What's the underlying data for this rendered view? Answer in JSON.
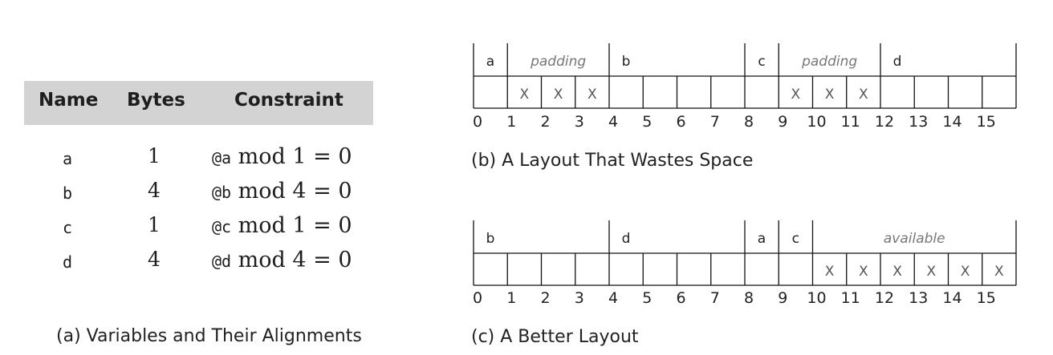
{
  "table": {
    "headers": {
      "name": "Name",
      "bytes": "Bytes",
      "constraint": "Constraint"
    },
    "rows": [
      {
        "name": "a",
        "bytes": "1",
        "var": "@a",
        "rest": " mod 1 = 0"
      },
      {
        "name": "b",
        "bytes": "4",
        "var": "@b",
        "rest": " mod 4 = 0"
      },
      {
        "name": "c",
        "bytes": "1",
        "var": "@c",
        "rest": " mod 1 = 0"
      },
      {
        "name": "d",
        "bytes": "4",
        "var": "@d",
        "rest": " mod 4 = 0"
      }
    ],
    "caption": "(a) Variables and Their Alignments"
  },
  "layout_b": {
    "caption": "(b) A Layout That Wastes Space",
    "segments": [
      {
        "label": "a",
        "start": 0,
        "end": 1,
        "italic": false
      },
      {
        "label": "padding",
        "start": 1,
        "end": 4,
        "italic": true
      },
      {
        "label": "b",
        "start": 4,
        "end": 8,
        "italic": false
      },
      {
        "label": "c",
        "start": 8,
        "end": 9,
        "italic": false
      },
      {
        "label": "padding",
        "start": 9,
        "end": 12,
        "italic": true
      },
      {
        "label": "d",
        "start": 12,
        "end": 16,
        "italic": false
      }
    ],
    "marked": [
      "",
      "X",
      "X",
      "X",
      "",
      "",
      "",
      "",
      "",
      "X",
      "X",
      "X",
      "",
      "",
      "",
      ""
    ]
  },
  "layout_c": {
    "caption": "(c) A Better Layout",
    "segments": [
      {
        "label": "b",
        "start": 0,
        "end": 4,
        "italic": false
      },
      {
        "label": "d",
        "start": 4,
        "end": 8,
        "italic": false
      },
      {
        "label": "a",
        "start": 8,
        "end": 9,
        "italic": false
      },
      {
        "label": "c",
        "start": 9,
        "end": 10,
        "italic": false
      },
      {
        "label": "available",
        "start": 10,
        "end": 16,
        "italic": true
      }
    ],
    "marked": [
      "",
      "",
      "",
      "",
      "",
      "",
      "",
      "",
      "",
      "",
      "X",
      "X",
      "X",
      "X",
      "X",
      "X"
    ]
  },
  "ticks": [
    "0",
    "1",
    "2",
    "3",
    "4",
    "5",
    "6",
    "7",
    "8",
    "9",
    "10",
    "11",
    "12",
    "13",
    "14",
    "15"
  ]
}
